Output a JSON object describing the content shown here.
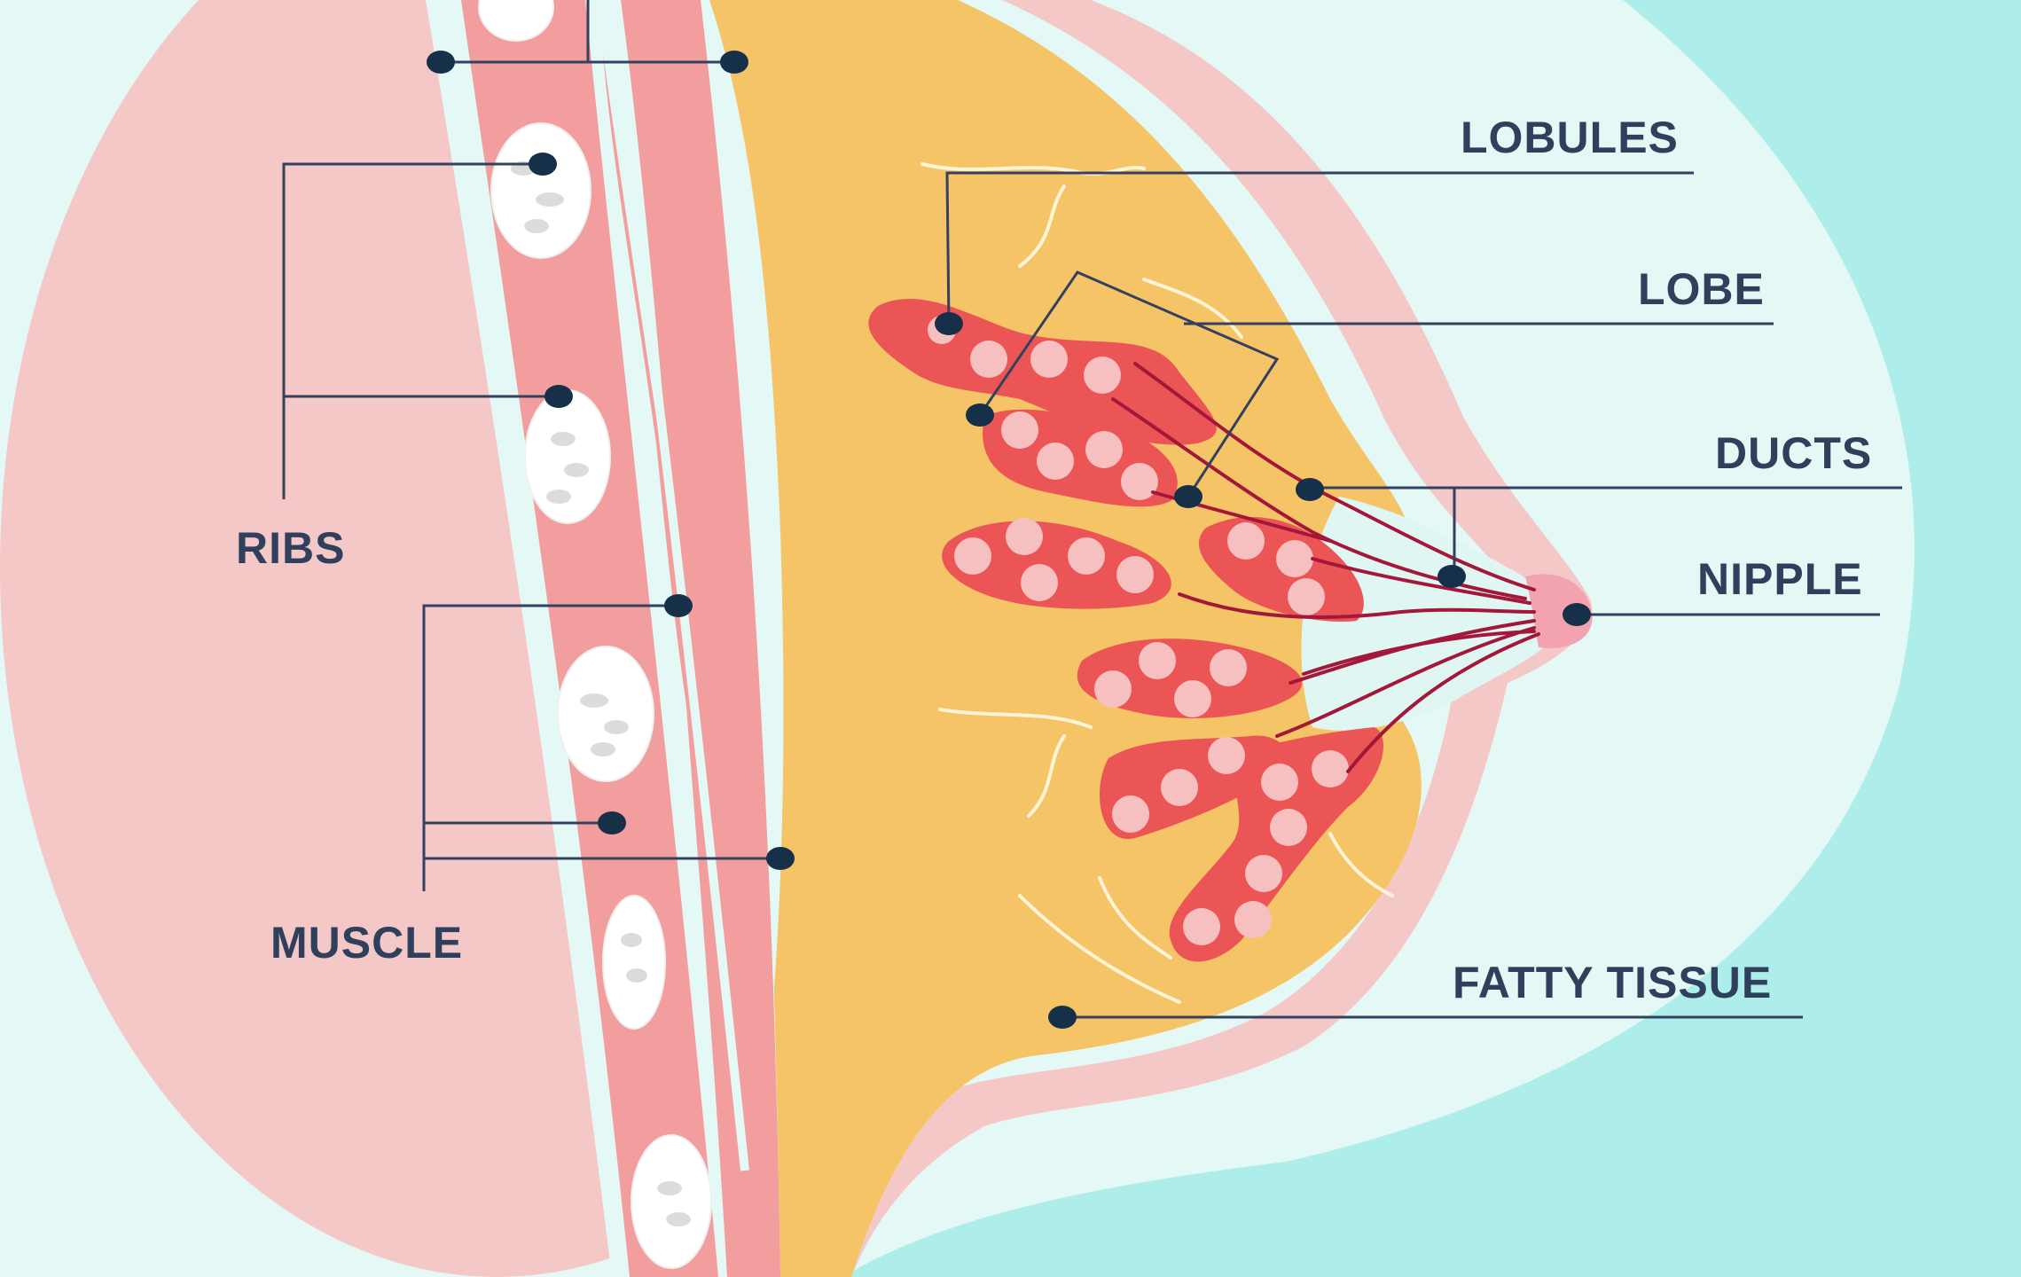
{
  "diagram": {
    "labels": {
      "lobules": "LOBULES",
      "lobe": "LOBE",
      "ducts": "DUCTS",
      "nipple": "NIPPLE",
      "ribs": "RIBS",
      "muscle": "MUSCLE",
      "fatty_tissue": "FATTY TISSUE"
    }
  },
  "colors": {
    "background": "#e4f8f6",
    "body_pink": "#f5c8c8",
    "breast_teal": "#aeeeea",
    "fat_yellow": "#f4c466",
    "muscle_pink": "#f29e9e",
    "lobe_red": "#ec5555",
    "duct_line": "#a3183a",
    "label_text": "#2f3f5c",
    "pointer_dot": "#17304a"
  }
}
